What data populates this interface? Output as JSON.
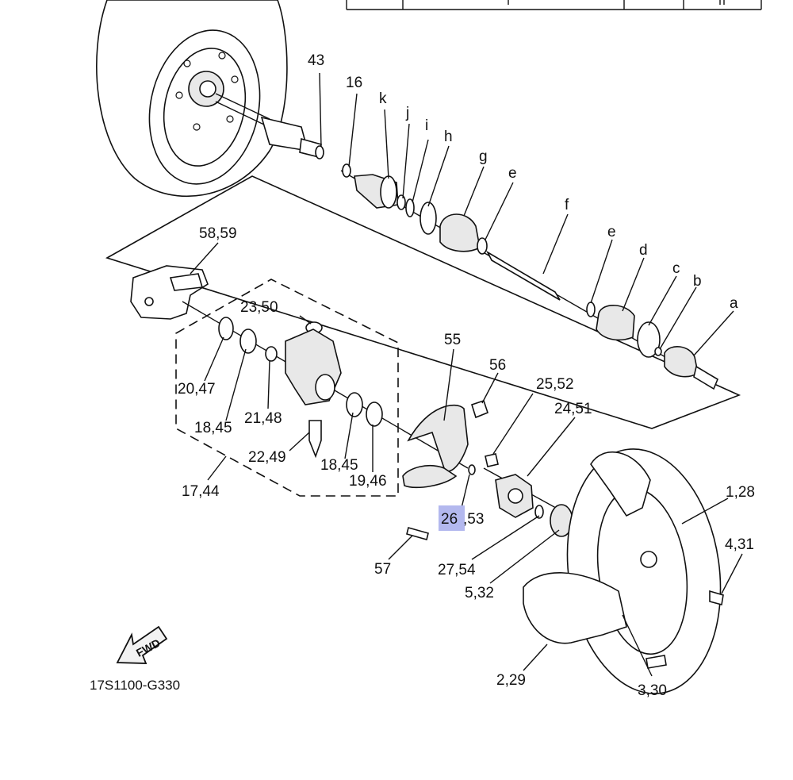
{
  "diagram": {
    "drawing_code": "17S1100-G330",
    "fwd_marker": "FWD",
    "highlight_color": "#b3b8ee",
    "highlighted_label_part": "26",
    "labels": {
      "l_43": "43",
      "l_16": "16",
      "l_k": "k",
      "l_j": "j",
      "l_i": "i",
      "l_h": "h",
      "l_g": "g",
      "l_e1": "e",
      "l_f": "f",
      "l_e2": "e",
      "l_d": "d",
      "l_c": "c",
      "l_b": "b",
      "l_a": "a",
      "l_58_59": "58,59",
      "l_23_50": "23,50",
      "l_20_47": "20,47",
      "l_18_45a": "18,45",
      "l_21_48": "21,48",
      "l_22_49": "22,49",
      "l_18_45b": "18,45",
      "l_19_46": "19,46",
      "l_17_44": "17,44",
      "l_55": "55",
      "l_56": "56",
      "l_25_52": "25,52",
      "l_24_51": "24,51",
      "l_1_28": "1,28",
      "l_4_31": "4,31",
      "l_26": "26",
      "l_53": ",53",
      "l_57": "57",
      "l_27_54": "27,54",
      "l_5_32": "5,32",
      "l_2_29": "2,29",
      "l_3_30": "3,30"
    }
  }
}
